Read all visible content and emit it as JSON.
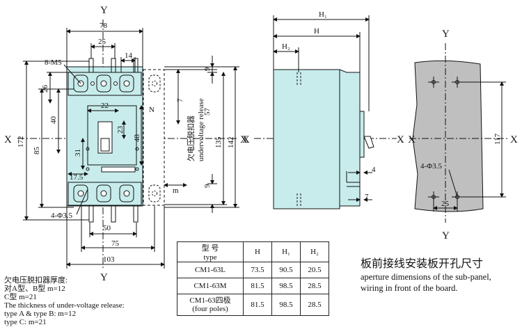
{
  "front_view": {
    "axis_top": "Y",
    "axis_bottom": "Y",
    "axis_left": "X",
    "axis_right": "X",
    "dims": {
      "w78": "78",
      "w25": "25",
      "w14": "14",
      "h9a": "9",
      "h26": "26",
      "h172": "172",
      "h40": "40",
      "h85": "85",
      "h22": "22",
      "h23": "23",
      "h48": "48",
      "h7": "7",
      "h57": "57",
      "h135": "135",
      "h142": "142",
      "h31": "31",
      "w17_5": "17.5",
      "m": "m",
      "h9b": "9",
      "w50": "50",
      "w75": "75",
      "w103": "103"
    },
    "labels": {
      "screws": "8-M5",
      "holes": "4-Φ3.5",
      "neutral": "N",
      "release_cn": "欠电压脱扣器",
      "release_en": "undervoltage release"
    }
  },
  "side_view": {
    "axis_left": "X",
    "axis_right": "X",
    "dims": {
      "H1": "H₁",
      "H": "H",
      "H2": "H₂",
      "d4": "4",
      "d7": "7"
    }
  },
  "panel_view": {
    "axis_top": "Y",
    "axis_bottom": "Y",
    "axis_left": "X",
    "axis_right": "X",
    "dims": {
      "h117": "117",
      "w25": "25",
      "holes": "4-Φ3.5"
    }
  },
  "notes": [
    "欠电压脱扣器厚度:",
    "对A型、B型 m=12",
    "C型 m=21",
    "The thickness of under-voltage release:",
    "type A & type B: m=12",
    "type C: m=21"
  ],
  "table": {
    "headers": {
      "type_cn": "型  号",
      "type_en": "type",
      "H": "H",
      "H1": "H₁",
      "H2": "H₂"
    },
    "rows": [
      {
        "type": "CM1-63L",
        "type2": "",
        "H": "73.5",
        "H1": "90.5",
        "H2": "20.5"
      },
      {
        "type": "CM1-63M",
        "type2": "",
        "H": "81.5",
        "H1": "98.5",
        "H2": "28.5"
      },
      {
        "type": "CM1-63四极",
        "type2": "(four poles)",
        "H": "81.5",
        "H1": "98.5",
        "H2": "28.5"
      }
    ]
  },
  "caption": {
    "cn": "板前接线安装板开孔尺寸",
    "en1": "aperture dimensions of the sub-panel,",
    "en2": "wiring in front of the board."
  },
  "colors": {
    "body": "#c7eceb",
    "panel": "#bfbfbf",
    "line": "#111111"
  }
}
